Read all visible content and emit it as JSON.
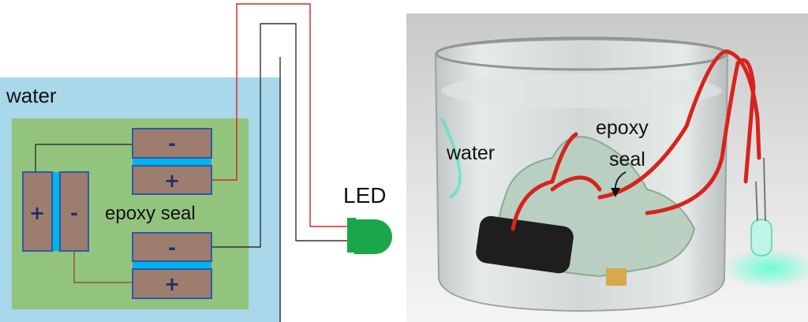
{
  "diagram": {
    "water_label": "water",
    "seal_label": "epoxy seal",
    "led_label": "LED",
    "plate_signs": {
      "top_upper": "-",
      "top_lower": "+",
      "left_outer": "+",
      "left_inner": "-",
      "bottom_upper": "-",
      "bottom_lower": "+"
    }
  },
  "photo": {
    "water_label": "water",
    "seal_label_line1": "epoxy",
    "seal_label_line2": "seal"
  },
  "colors": {
    "water": "#a8d8ea",
    "epoxy": "#93c47d",
    "plate": "#9c7d6e",
    "plate_border": "#2e5aa8",
    "separator": "#00b4f0",
    "led": "#1aa64a",
    "wire_red": "#e02020",
    "wire_black": "#333333"
  }
}
